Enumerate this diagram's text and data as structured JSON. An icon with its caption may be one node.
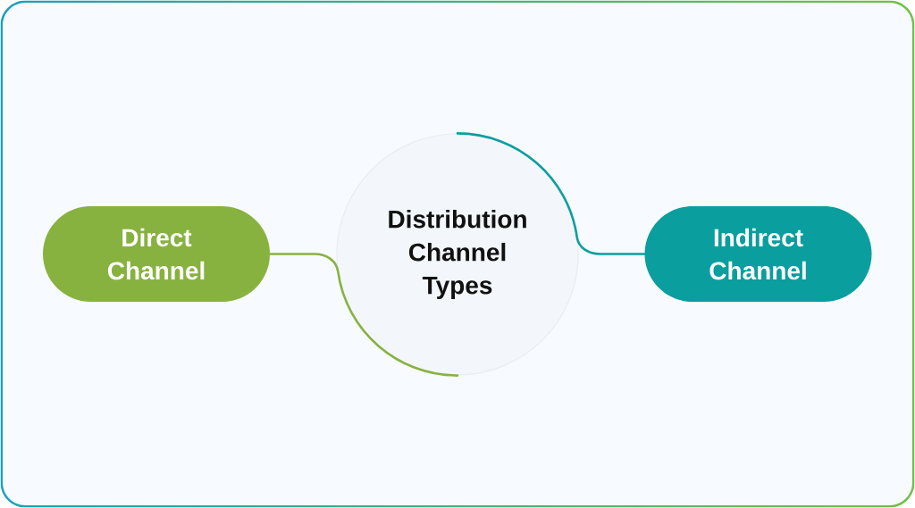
{
  "diagram": {
    "nodes": [
      {
        "text": [
          "Direct Channel"
        ]
      },
      {
        "text": [
          "Distribution Channel Types"
        ]
      },
      {
        "text": [
          "Indirect Channel"
        ]
      }
    ],
    "edges": [
      {
        "from": 1,
        "to": 0,
        "arrow": "none",
        "color": "#88b240"
      },
      {
        "from": 1,
        "to": 2,
        "arrow": "none",
        "color": "#0e9e9e"
      }
    ]
  }
}
